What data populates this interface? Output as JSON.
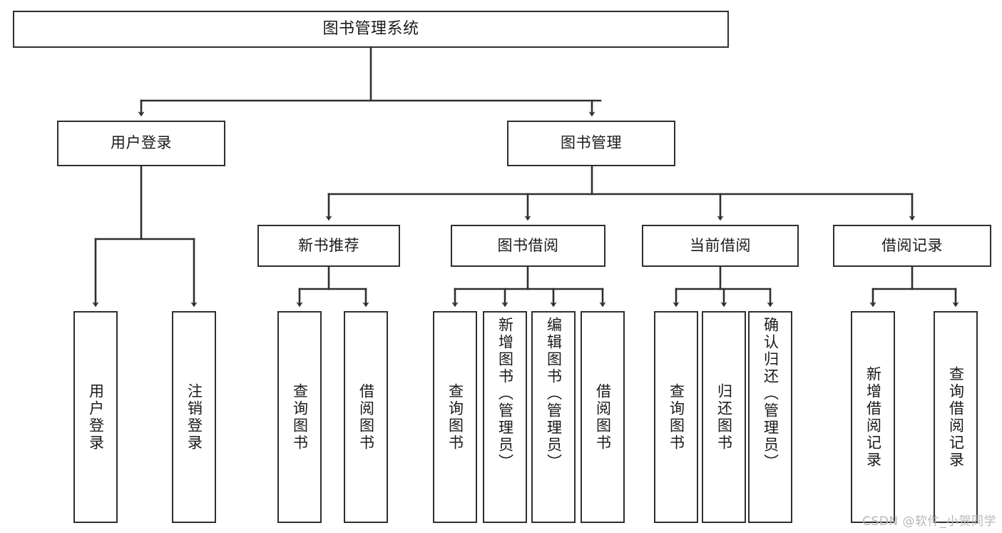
{
  "diagram": {
    "title": "图书管理系统",
    "type": "tree",
    "watermark": "CSDN @软件_小贺同学",
    "colors": {
      "stroke": "#2f2f2f",
      "fill": "#ffffff",
      "text": "#1a1a1a",
      "watermark": "#b7b7b7"
    },
    "levels": {
      "root": {
        "label": "图书管理系统"
      },
      "level2": [
        {
          "label": "用户登录"
        },
        {
          "label": "图书管理"
        }
      ],
      "level3": [
        {
          "label": "新书推荐"
        },
        {
          "label": "图书借阅"
        },
        {
          "label": "当前借阅"
        },
        {
          "label": "借阅记录"
        }
      ],
      "leaves": [
        {
          "label": "用户登录",
          "parent": "用户登录"
        },
        {
          "label": "注销登录",
          "parent": "用户登录"
        },
        {
          "label": "查询图书",
          "parent": "新书推荐"
        },
        {
          "label": "借阅图书",
          "parent": "新书推荐"
        },
        {
          "label": "查询图书",
          "parent": "图书借阅"
        },
        {
          "label": "新增图书（管理员）",
          "parent": "图书借阅"
        },
        {
          "label": "编辑图书（管理员）",
          "parent": "图书借阅"
        },
        {
          "label": "借阅图书",
          "parent": "图书借阅"
        },
        {
          "label": "查询图书",
          "parent": "当前借阅"
        },
        {
          "label": "归还图书",
          "parent": "当前借阅"
        },
        {
          "label": "确认归还（管理员）",
          "parent": "当前借阅"
        },
        {
          "label": "新增借阅记录",
          "parent": "借阅记录"
        },
        {
          "label": "查询借阅记录",
          "parent": "借阅记录"
        }
      ]
    }
  }
}
